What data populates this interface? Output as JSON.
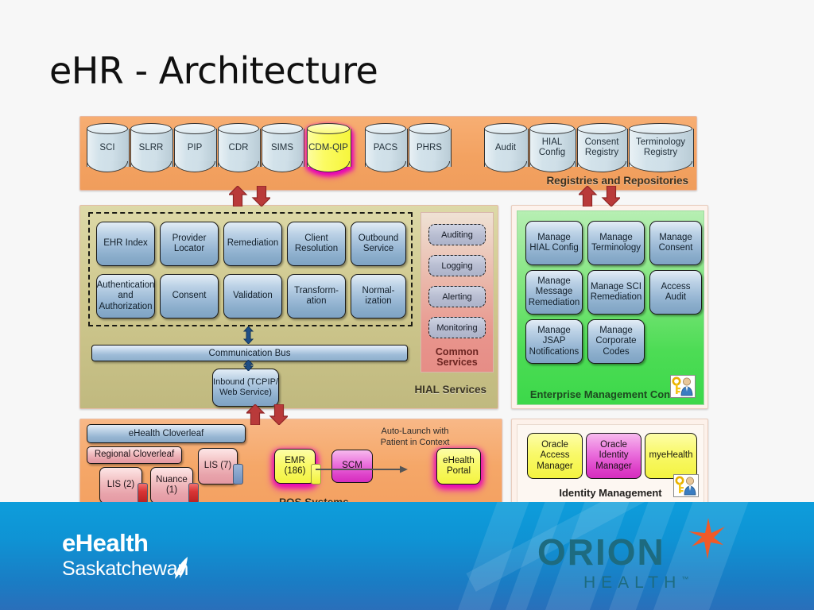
{
  "slide": {
    "title": "eHR - Architecture"
  },
  "registries": {
    "label": "Registries and Repositories",
    "group1": [
      {
        "name": "SCI"
      },
      {
        "name": "SLRR"
      },
      {
        "name": "PIP"
      },
      {
        "name": "CDR"
      },
      {
        "name": "SIMS"
      },
      {
        "name": "CDM-QIP"
      },
      {
        "name": "PACS"
      },
      {
        "name": "PHRS"
      }
    ],
    "group2": [
      {
        "name": "Audit"
      },
      {
        "name": "HIAL Config"
      },
      {
        "name": "Consent Registry"
      },
      {
        "name": "Terminology Registry"
      }
    ]
  },
  "hial": {
    "label": "HIAL Services",
    "services_row1": [
      "EHR Index",
      "Provider Locator",
      "Remediation",
      "Client Resolution",
      "Outbound Service"
    ],
    "services_row2": [
      "Authentication and Authorization",
      "Consent",
      "Validation",
      "Transform-ation",
      "Normal-ization"
    ],
    "bus_label": "Communication Bus",
    "inbound_label": "Inbound (TCPIP/ Web Service)"
  },
  "common_services": {
    "label": "Common Services",
    "items": [
      "Auditing",
      "Logging",
      "Alerting",
      "Monitoring"
    ]
  },
  "emc": {
    "label": "Enterprise Management Console",
    "items": [
      "Manage HIAL Config",
      "Manage Terminology",
      "Manage Consent",
      "Manage Message Remediation",
      "Manage SCI Remediation",
      "Access Audit",
      "Manage JSAP Notifications",
      "Manage Corporate Codes"
    ]
  },
  "pos": {
    "label": "POS Systems",
    "ehealth_cloverleaf": "eHealth Cloverleaf",
    "regional_cloverleaf": "Regional Cloverleaf",
    "lis2": "LIS (2)",
    "nuance1": "Nuance (1)",
    "lis7": "LIS (7)",
    "emr": "EMR (186)",
    "scm": "SCM",
    "portal": "eHealth Portal",
    "autolaunch": "Auto-Launch with Patient in Context"
  },
  "idm": {
    "label": "Identity Management",
    "items": [
      "Oracle Access Manager",
      "Oracle Identity Manager",
      "myeHealth"
    ]
  },
  "footer": {
    "ehealth_line1": "eHealth",
    "ehealth_line2": "Saskatchewan",
    "orion_line1": "ORION",
    "orion_line2": "HEALTH",
    "orion_tm": "™"
  },
  "colors": {
    "accent_magenta": "#e803b6",
    "registries_orange": "#f3a261",
    "hial_khaki": "#cfc88e",
    "emc_green": "#4ddc55",
    "banner_blue": "#0f93d4",
    "orion_teal": "#1d6b80",
    "orion_star": "#f05a28"
  }
}
